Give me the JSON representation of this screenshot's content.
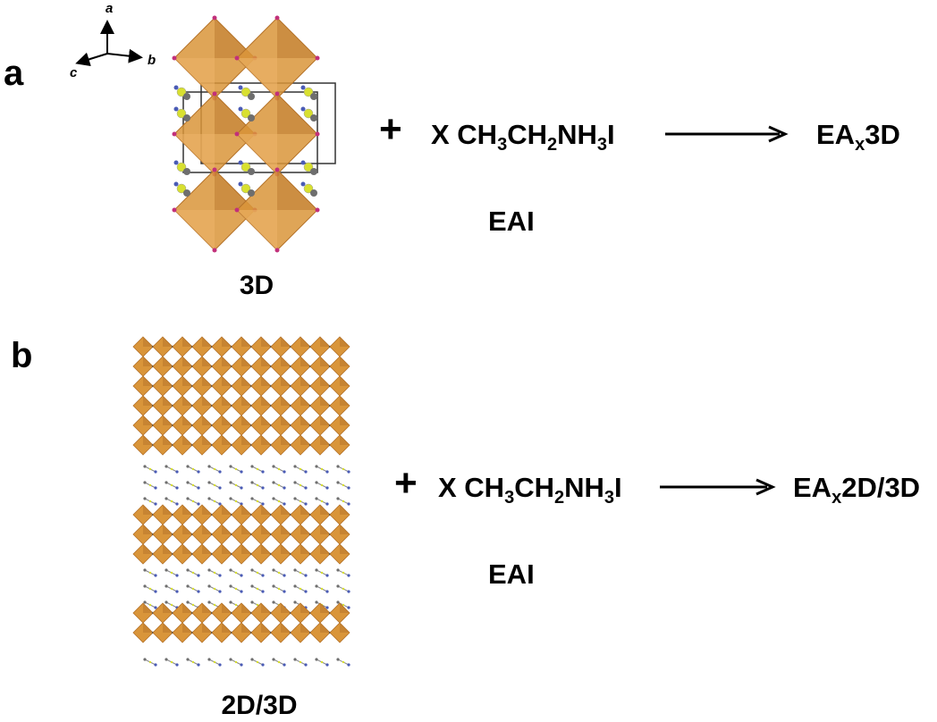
{
  "panel_a": {
    "label": "a",
    "axes": {
      "a": "a",
      "b": "b",
      "c": "c"
    },
    "structure_caption": "3D",
    "plus": "+",
    "reactant_prefix": "X CH",
    "sub_3": "3",
    "mid_ch": "CH",
    "sub_2": "2",
    "mid_nh": "NH",
    "sub_3b": "3",
    "suffix_i": "I",
    "reactant_abbrev": "EAI",
    "product_base": "EA",
    "product_sub": "x",
    "product_rest": "3D"
  },
  "panel_b": {
    "label": "b",
    "structure_caption": "2D/3D",
    "plus": "+",
    "reactant_prefix": "X CH",
    "sub_3": "3",
    "mid_ch": "CH",
    "sub_2": "2",
    "mid_nh": "NH",
    "sub_3b": "3",
    "suffix_i": "I",
    "reactant_abbrev": "EAI",
    "product_base": "EA",
    "product_sub": "x",
    "product_rest": "2D/3D"
  },
  "colors": {
    "octahedron_fill": "#d9953a",
    "octahedron_dark": "#b5732a",
    "iodide": "#c2307a",
    "nitrogen": "#4a5bb5",
    "hydrogen_yellow": "#d8e030",
    "carbon": "#6e6e6e"
  }
}
